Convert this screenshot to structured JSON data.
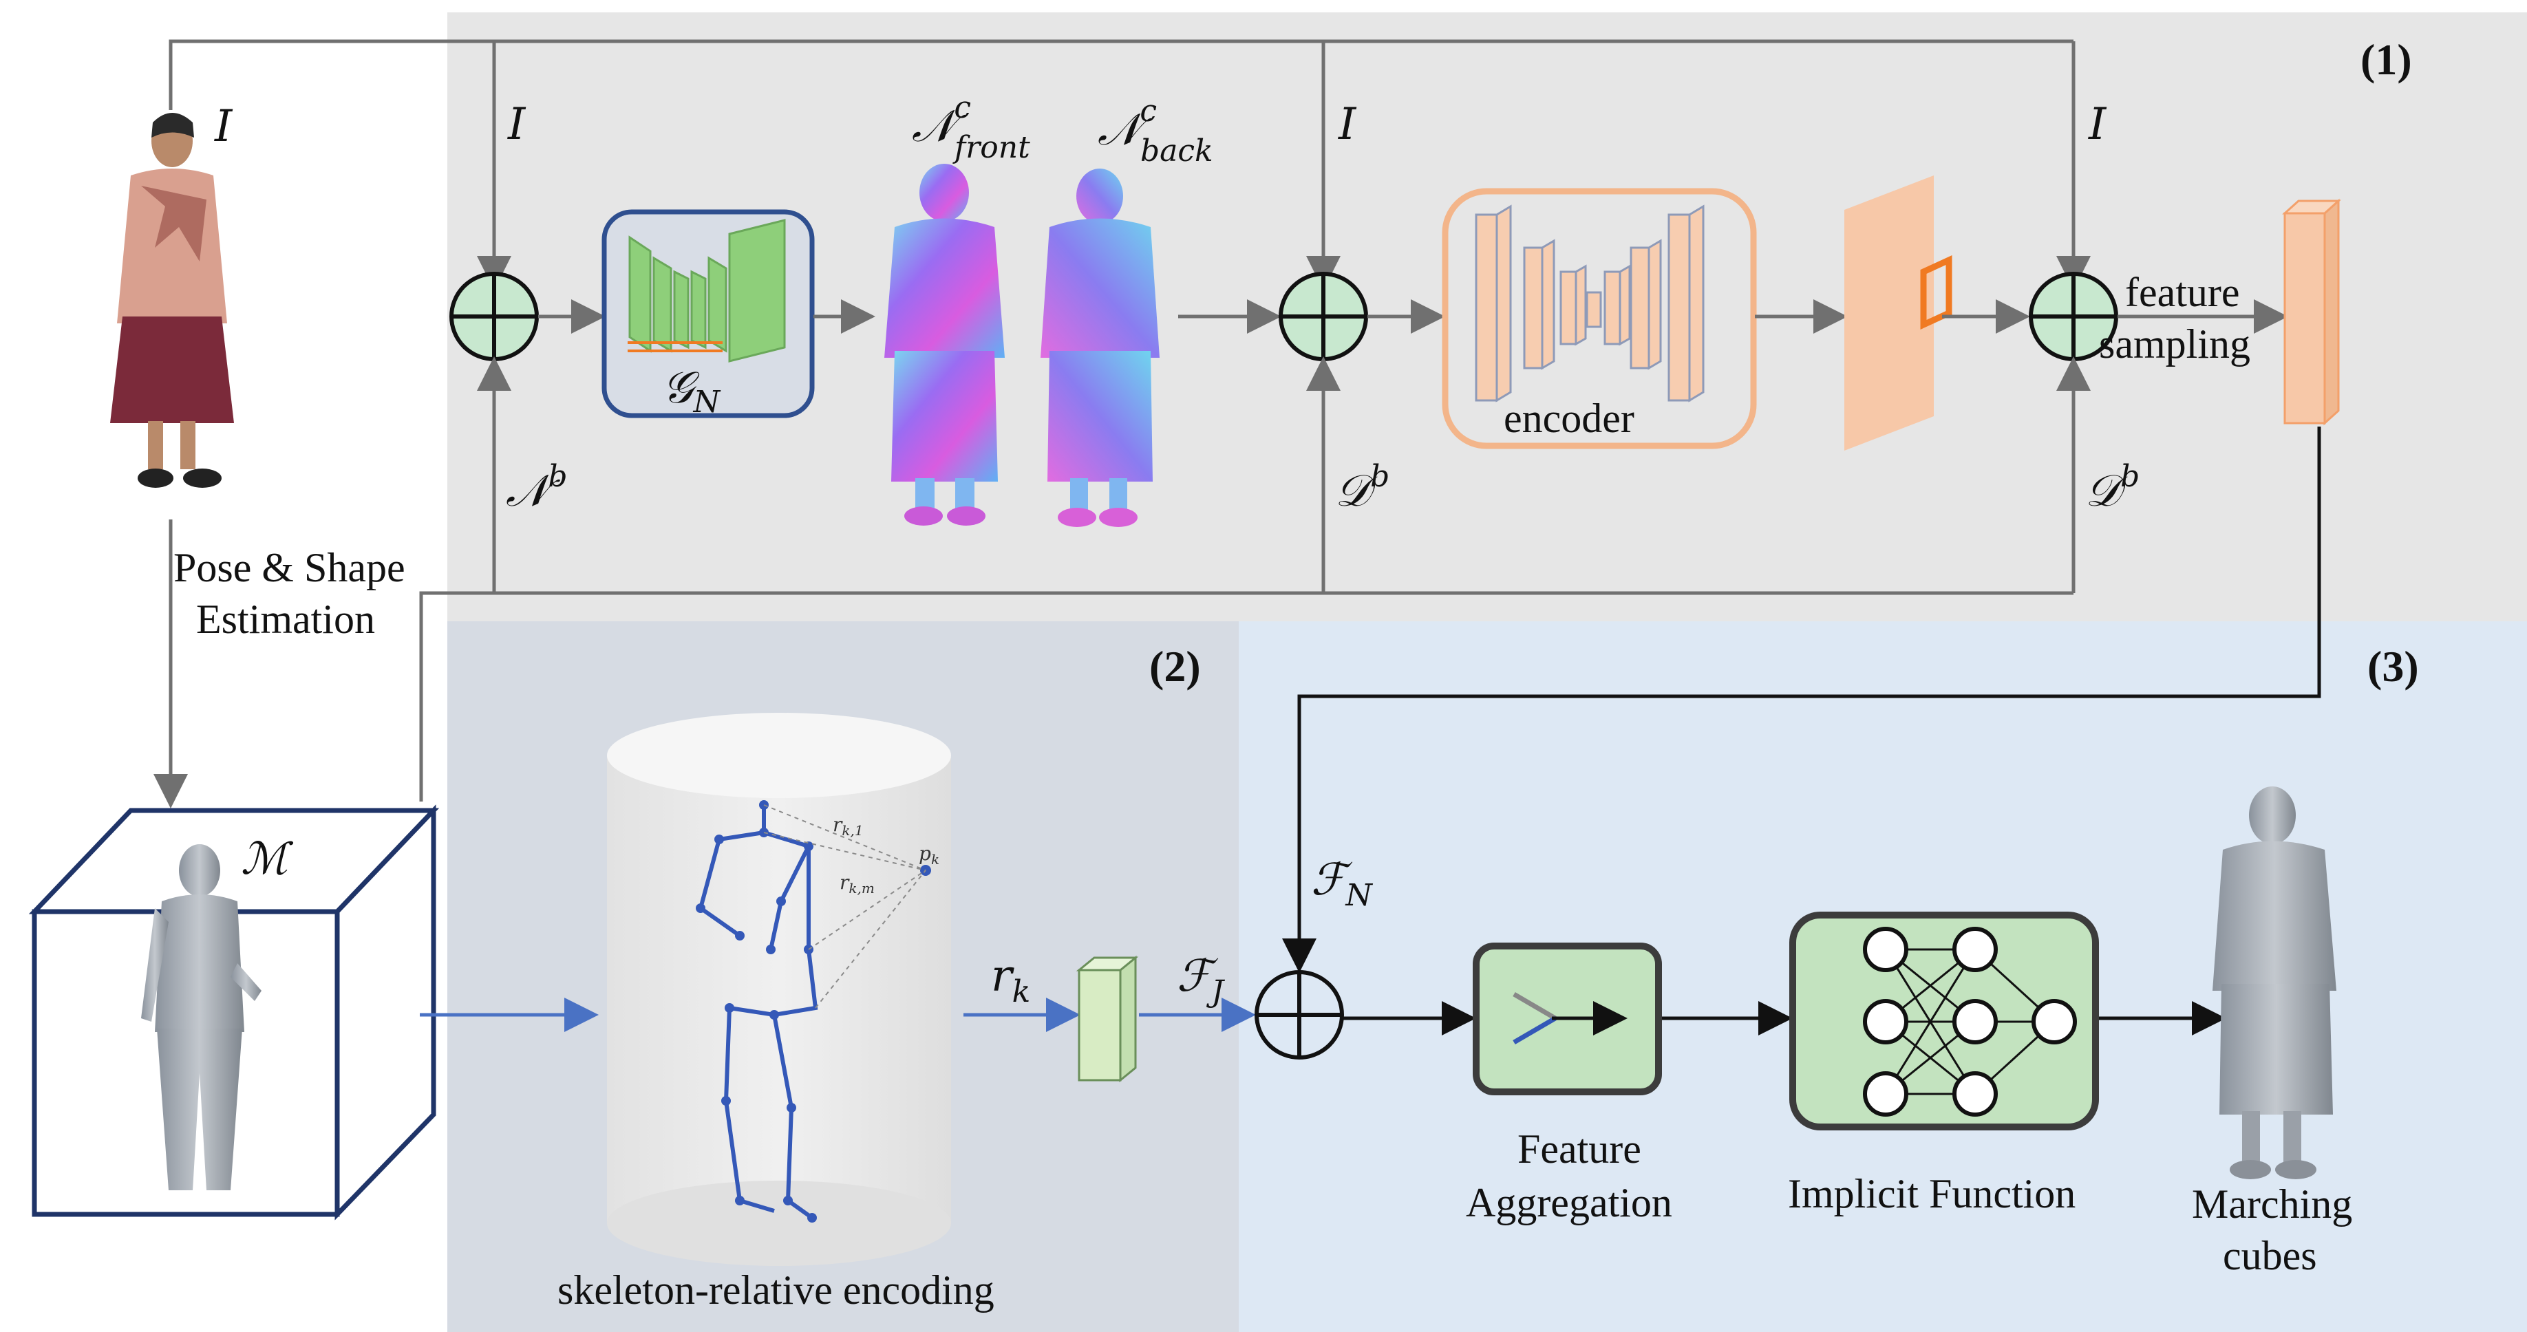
{
  "panels": {
    "p1": "(1)",
    "p2": "(2)",
    "p3": "(3)"
  },
  "labels": {
    "image_input": "I",
    "image_tap_1": "I",
    "image_tap_2": "I",
    "image_tap_3": "I",
    "normal_body": "𝒩",
    "normal_body_sup": "b",
    "depth_body_1": "𝒟",
    "depth_body_1_sup": "b",
    "depth_body_2": "𝒟",
    "depth_body_2_sup": "b",
    "normal_front": "𝒩",
    "normal_front_sup": "c",
    "normal_front_sub": "front",
    "normal_back": "𝒩",
    "normal_back_sup": "c",
    "normal_back_sub": "back",
    "generator": "𝒢",
    "generator_sub": "N",
    "encoder": "encoder",
    "feature_sampling_1": "feature",
    "feature_sampling_2": "sampling",
    "pose_shape_1": "Pose & Shape",
    "pose_shape_2": "Estimation",
    "body_mesh": "ℳ",
    "r_k_1": "r",
    "r_k_1_sub": "k,1",
    "r_k_m": "r",
    "r_k_m_sub": "k,m",
    "p_k": "p",
    "p_k_sub": "k",
    "skeleton_encoding": "skeleton-relative encoding",
    "r_k": "r",
    "r_k_sub": "k",
    "f_j": "ℱ",
    "f_j_sub": "J",
    "f_n": "ℱ",
    "f_n_sub": "N",
    "feature_agg_1": "Feature",
    "feature_agg_2": "Aggregation",
    "implicit_function": "Implicit Function",
    "marching_1": "Marching",
    "marching_2": "cubes"
  },
  "colors": {
    "panel1_bg": "#e6e6e6",
    "panel2_bg": "#d6dbe3",
    "panel3_bg": "#dde8f4",
    "gray_arrow": "#707070",
    "blue_arrow": "#4a72c4",
    "black_arrow": "#111111",
    "node_fill": "#c8e8cf",
    "generator_border": "#2f4f8f",
    "generator_fill": "#8ecf7a",
    "encoder_border": "#f3b58a",
    "encoder_fill": "#f7cdb0",
    "green_box_fill": "#c3e3bf",
    "green_box_border": "#3c3c3c",
    "feature_map": "#f7c8a8",
    "feature_map_mark": "#f07a22",
    "skeleton": "#3458b8",
    "cube": "#1f3468"
  }
}
